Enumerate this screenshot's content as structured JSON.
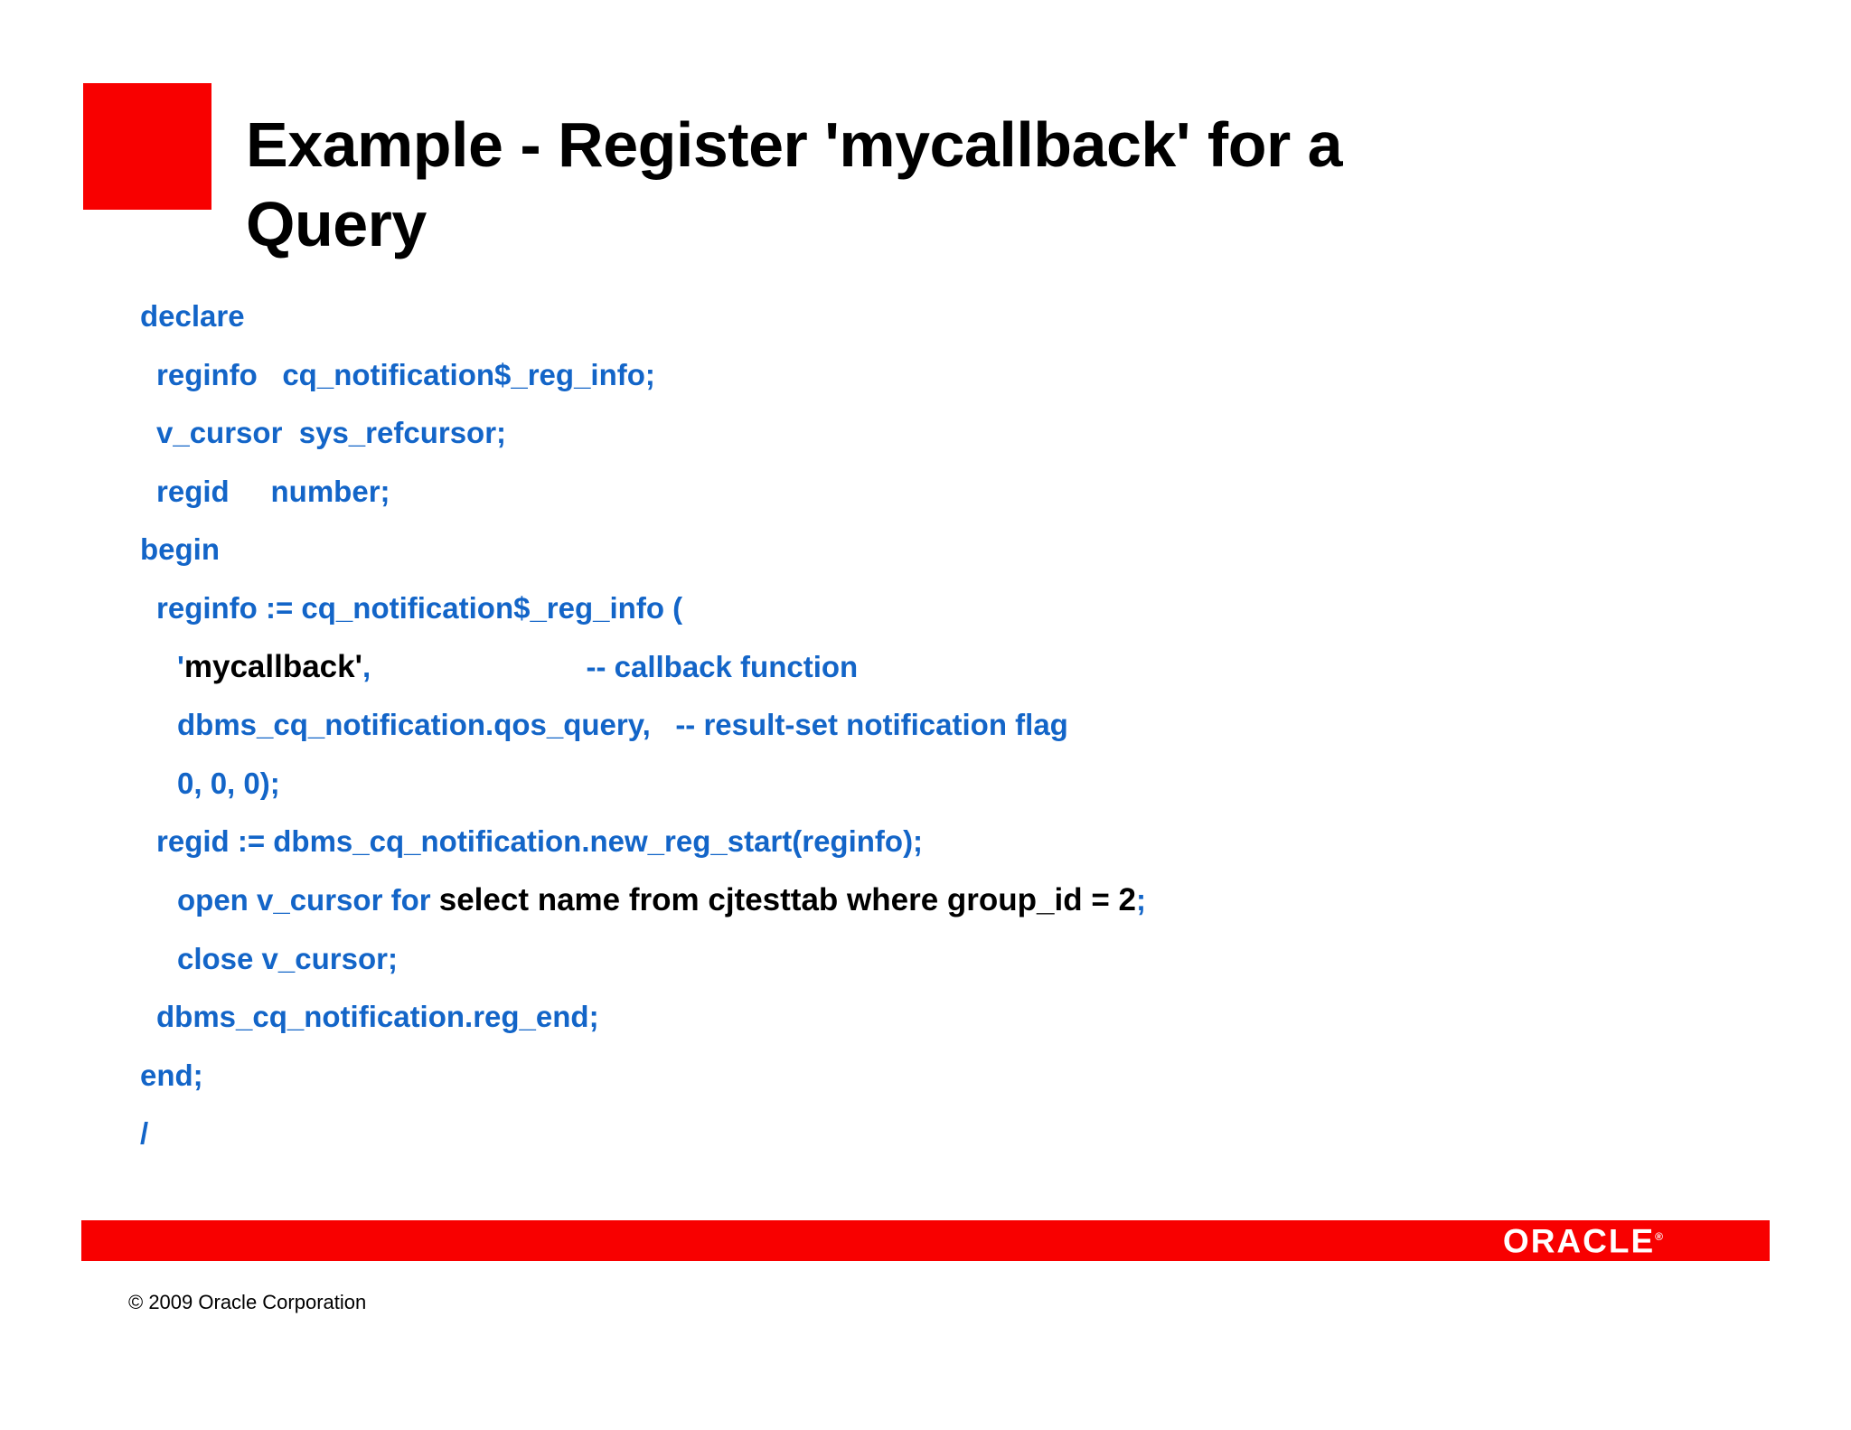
{
  "slide": {
    "title_line1": "Example - Register 'mycallback' for a",
    "title_line2": "Query",
    "footer_copyright": "© 2009 Oracle Corporation",
    "brand_logo": "ORACLE",
    "brand_registered": "®"
  },
  "colors": {
    "accent_red": "#F80000",
    "code_blue": "#1365C8",
    "text_black": "#000000"
  },
  "code": {
    "language": "plsql",
    "lines": [
      {
        "indent": 0,
        "segments": [
          {
            "text": "declare",
            "color": "blue"
          }
        ]
      },
      {
        "indent": 1,
        "segments": [
          {
            "text": "reginfo   cq_notification$_reg_info;",
            "color": "blue"
          }
        ]
      },
      {
        "indent": 1,
        "segments": [
          {
            "text": "v_cursor  sys_refcursor;",
            "color": "blue"
          }
        ]
      },
      {
        "indent": 1,
        "segments": [
          {
            "text": "regid     number;",
            "color": "blue"
          }
        ]
      },
      {
        "indent": 0,
        "segments": [
          {
            "text": "begin",
            "color": "blue"
          }
        ]
      },
      {
        "indent": 1,
        "segments": [
          {
            "text": "reginfo := cq_notification$_reg_info (",
            "color": "blue"
          }
        ]
      },
      {
        "indent": 2,
        "segments": [
          {
            "text": "'",
            "color": "blue"
          },
          {
            "text": "mycallback'",
            "color": "black"
          },
          {
            "text": ",                          -- callback function",
            "color": "blue"
          }
        ]
      },
      {
        "indent": 2,
        "segments": [
          {
            "text": "dbms_cq_notification.qos_query,   -- result-set notification flag",
            "color": "blue"
          }
        ]
      },
      {
        "indent": 2,
        "segments": [
          {
            "text": "0, 0, 0);",
            "color": "blue"
          }
        ]
      },
      {
        "indent": 1,
        "segments": [
          {
            "text": "regid := dbms_cq_notification.new_reg_start(reginfo);",
            "color": "blue"
          }
        ]
      },
      {
        "indent": 2,
        "segments": [
          {
            "text": "open v_cursor for ",
            "color": "blue"
          },
          {
            "text": "select name from cjtesttab where group_id = 2",
            "color": "black"
          },
          {
            "text": ";",
            "color": "blue"
          }
        ]
      },
      {
        "indent": 2,
        "segments": [
          {
            "text": "close v_cursor;",
            "color": "blue"
          }
        ]
      },
      {
        "indent": 1,
        "segments": [
          {
            "text": "dbms_cq_notification.reg_end;",
            "color": "blue"
          }
        ]
      },
      {
        "indent": 0,
        "segments": [
          {
            "text": "end;",
            "color": "blue"
          }
        ]
      },
      {
        "indent": 0,
        "segments": [
          {
            "text": "/",
            "color": "blue"
          }
        ]
      }
    ]
  }
}
